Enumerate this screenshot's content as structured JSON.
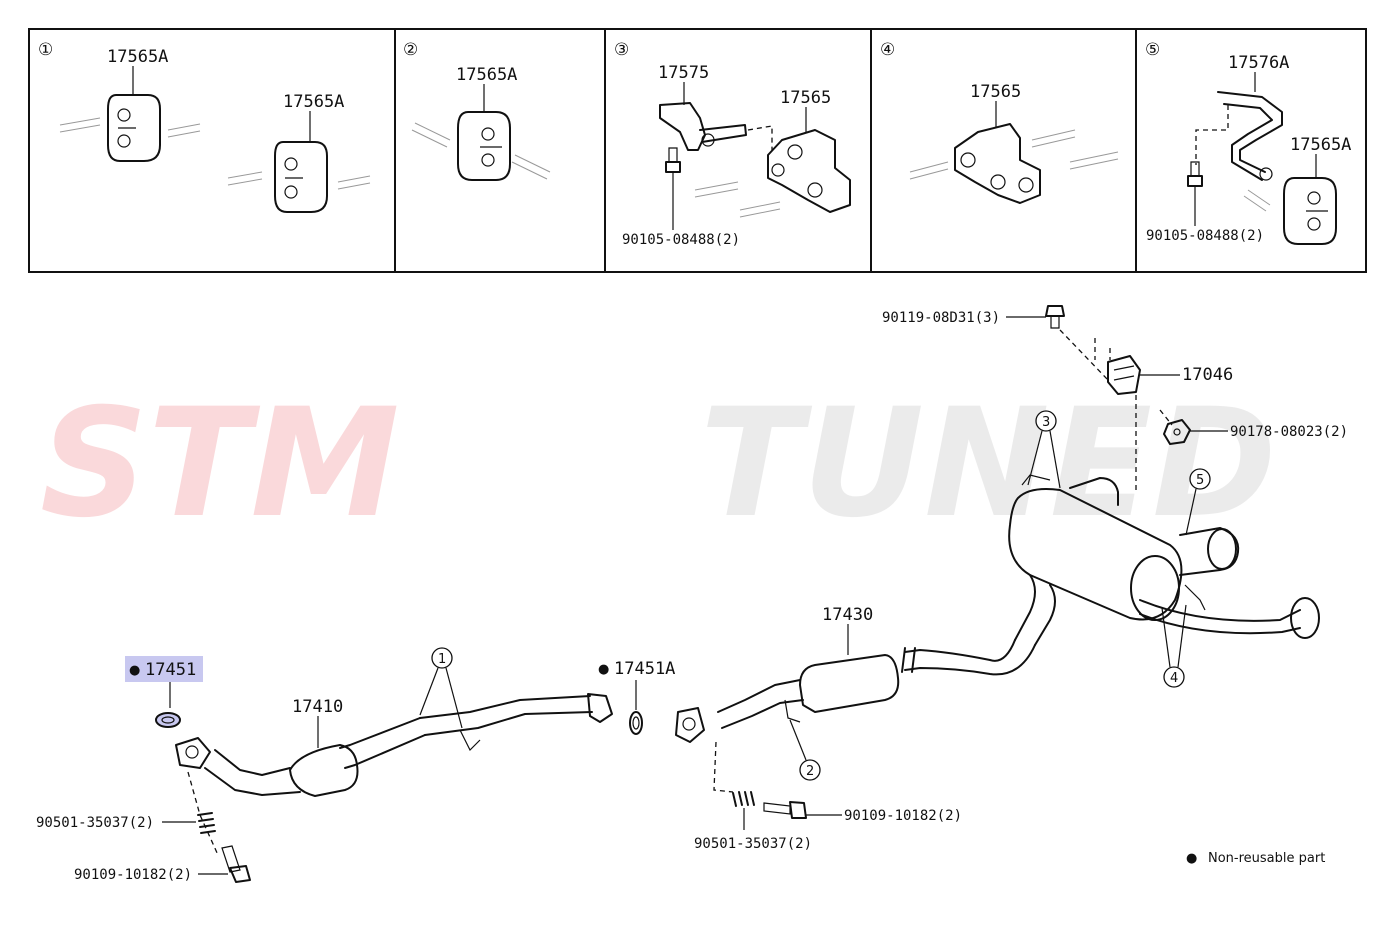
{
  "watermark": {
    "text_left": "STM",
    "text_right": "TUNED",
    "color_left": "#e21d24",
    "color_right": "#c8c8c8"
  },
  "inset_panels": [
    {
      "index": "①",
      "parts": [
        "17565A",
        "17565A"
      ]
    },
    {
      "index": "②",
      "parts": [
        "17565A"
      ]
    },
    {
      "index": "③",
      "parts": [
        "17575",
        "17565",
        "90105-08488(2)"
      ]
    },
    {
      "index": "④",
      "parts": [
        "17565"
      ]
    },
    {
      "index": "⑤",
      "parts": [
        "17576A",
        "17565A",
        "90105-08488(2)"
      ]
    }
  ],
  "main_labels": {
    "bolt_top": "90119-08D31(3)",
    "bracket_top": "17046",
    "nut_right": "90178-08023(2)",
    "rear_pipe": "17430",
    "front_pipe": "17410",
    "gasket_front": "17451",
    "gasket_mid": "17451A",
    "spring_left": "90501-35037(2)",
    "bolt_left": "90109-10182(2)",
    "spring_mid": "90501-35037(2)",
    "bolt_mid": "90109-10182(2)"
  },
  "callouts": [
    "①",
    "②",
    "③",
    "④",
    "⑤"
  ],
  "callout_numbers": [
    "1",
    "2",
    "3",
    "4",
    "5"
  ],
  "legend": {
    "bullet": "●",
    "text": "Non-reusable part"
  },
  "highlight_color": "#c8c8f0"
}
